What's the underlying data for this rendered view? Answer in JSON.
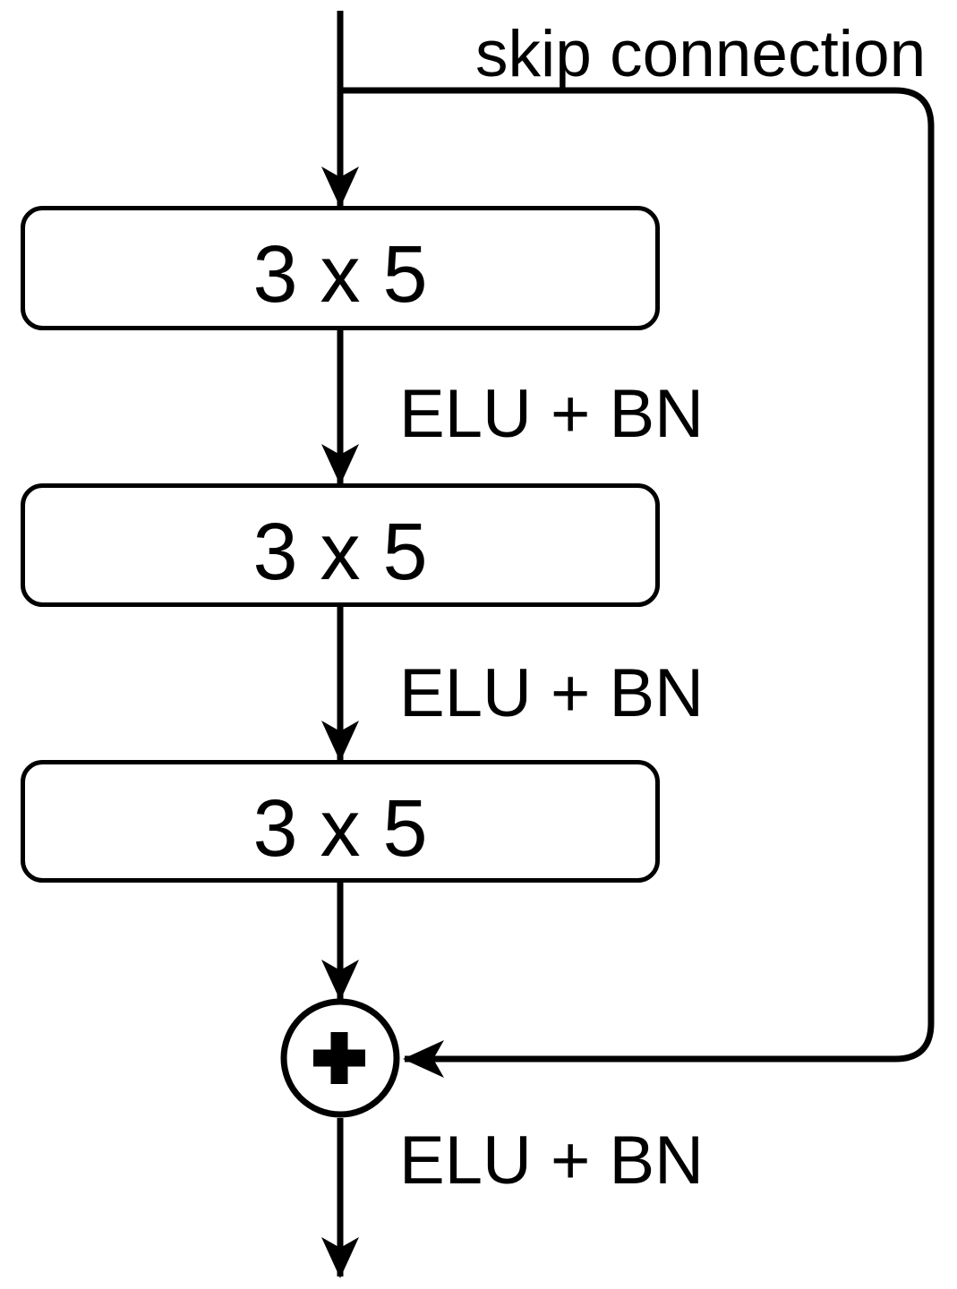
{
  "diagram": {
    "title_semantic": "residual-block-diagram",
    "skip": {
      "label": "skip connection"
    },
    "boxes": [
      {
        "label": "3 x 5"
      },
      {
        "label": "3 x 5"
      },
      {
        "label": "3 x 5"
      }
    ],
    "edges": [
      {
        "label": "ELU + BN"
      },
      {
        "label": "ELU + BN"
      },
      {
        "label": "ELU + BN"
      }
    ],
    "sum_node": {
      "icon": "plus-icon",
      "symbol": "+"
    },
    "colors": {
      "line": "#000000",
      "background": "#ffffff",
      "box_fill": "#ffffff"
    }
  }
}
